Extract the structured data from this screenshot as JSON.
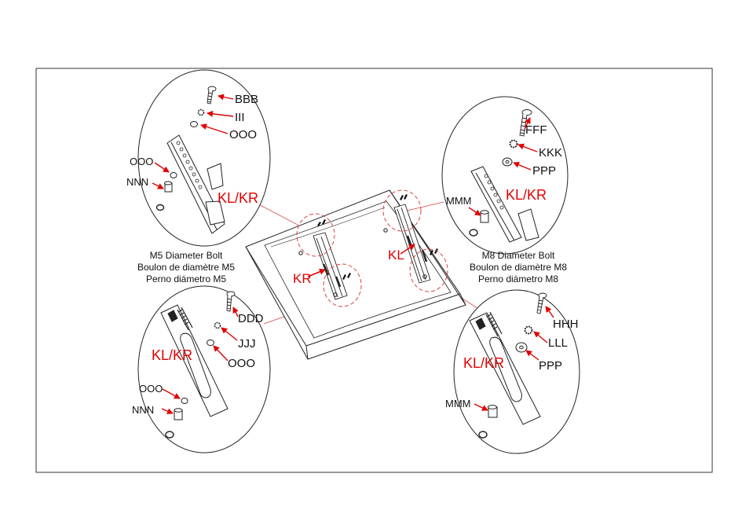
{
  "colors": {
    "accent": "#e00000",
    "line": "#222222"
  },
  "callouts": {
    "top_left": {
      "part": "KL/KR",
      "hardware": [
        "BBB",
        "III",
        "OOO",
        "OOO",
        "NNN"
      ]
    },
    "top_right": {
      "part": "KL/KR",
      "hardware": [
        "FFF",
        "KKK",
        "PPP",
        "MMM"
      ]
    },
    "bottom_left": {
      "part": "KL/KR",
      "hardware": [
        "DDD",
        "JJJ",
        "OOO",
        "OOO",
        "NNN"
      ]
    },
    "bottom_right": {
      "part": "KL/KR",
      "hardware": [
        "HHH",
        "LLL",
        "PPP",
        "MMM"
      ]
    }
  },
  "captions": {
    "m5": [
      "M5 Diameter Bolt",
      "Boulon de diamètre M5",
      "Perno diámetro M5"
    ],
    "m8": [
      "M8 Diameter Bolt",
      "Boulon de diamètre M8",
      "Perno diámetro M8"
    ]
  },
  "center": {
    "kr": "KR",
    "kl": "KL"
  }
}
